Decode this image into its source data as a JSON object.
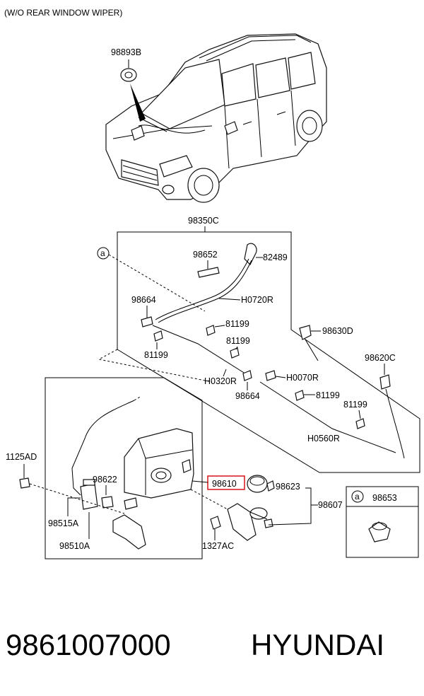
{
  "header": {
    "note": "(W/O REAR WINDOW WIPER)"
  },
  "labels": {
    "grommet": "98893B",
    "hose_assy": "98350C",
    "callout_a": "a",
    "elbow": "98652",
    "clip_82489": "82489",
    "hose_h0720r": "H0720R",
    "nozzle_left": "98664",
    "clip_81199_a": "81199",
    "clip_81199_b": "81199",
    "clip_81199_c": "81199",
    "clip_81199_d": "81199",
    "clip_81199_e": "81199",
    "nozzle_98630d": "98630D",
    "nozzle_98620c": "98620C",
    "hose_h0320r": "H0320R",
    "hose_h0070r": "H0070R",
    "nozzle_center": "98664",
    "hose_h0560r": "H0560R",
    "bolt_1125ad": "1125AD",
    "pump_98622": "98622",
    "reservoir_98610": "98610",
    "cap_98623": "98623",
    "assy_98607": "98607",
    "inset_a": "a",
    "inset_part": "98653",
    "pump_98515a": "98515A",
    "motor_98510a": "98510A",
    "nut_1327ac": "1327AC"
  },
  "footer": {
    "part_number": "9861007000",
    "brand": "HYUNDAI"
  },
  "colors": {
    "highlight": "#d8232a",
    "ink": "#000000"
  }
}
